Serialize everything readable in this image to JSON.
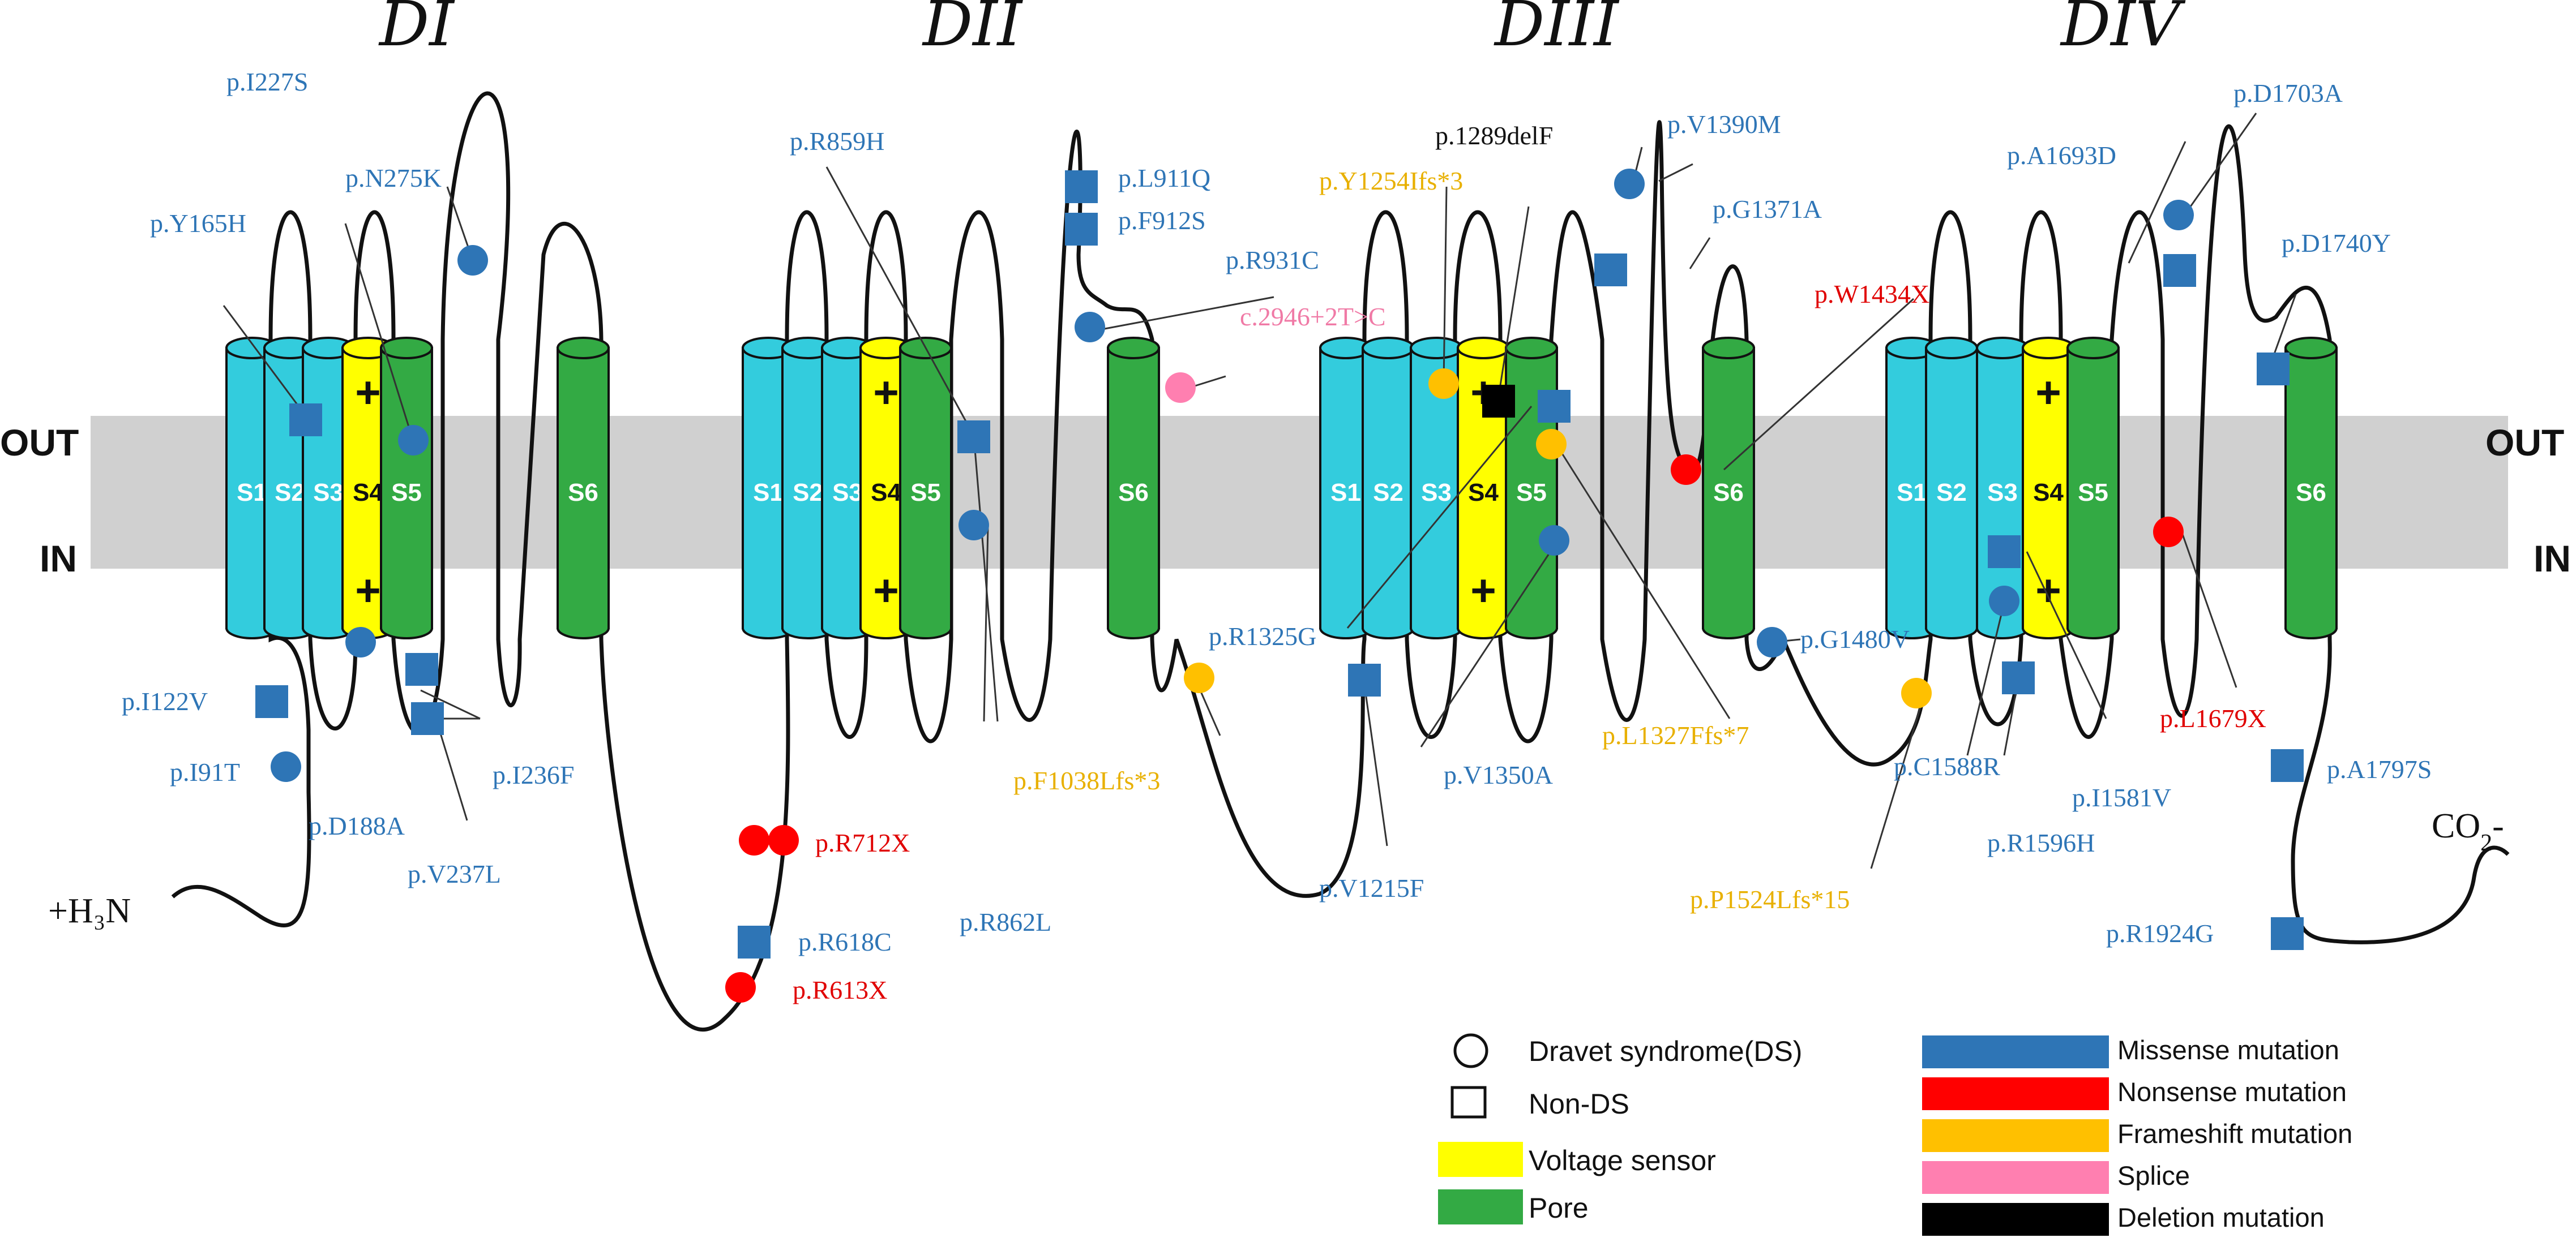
{
  "colors": {
    "missense": "#2e75b6",
    "nonsense": "#ff0000",
    "frameshift": "#ffc000",
    "splice": "#ff7fb0",
    "deletion": "#000000",
    "segment": "#33ccdd",
    "sensor": "#ffff00",
    "pore": "#33aa44",
    "membrane": "#d0d0d0",
    "label_missense": "#2e75b6",
    "label_nonsense": "#e00000",
    "label_frameshift": "#e8b000",
    "label_splice": "#f07aa6",
    "label_deletion": "#111111"
  },
  "domains": [
    {
      "title": "DI",
      "segments": [
        "S1",
        "S2",
        "S3",
        "S4",
        "S5",
        "S6"
      ]
    },
    {
      "title": "DII",
      "segments": [
        "S1",
        "S2",
        "S3",
        "S4",
        "S5",
        "S6"
      ]
    },
    {
      "title": "DIII",
      "segments": [
        "S1",
        "S2",
        "S3",
        "S4",
        "S5",
        "S6"
      ]
    },
    {
      "title": "DIV",
      "segments": [
        "S1",
        "S2",
        "S3",
        "S4",
        "S5",
        "S6"
      ]
    }
  ],
  "membrane": {
    "out_label": "OUT",
    "in_label": "IN",
    "plus": "+"
  },
  "termini": {
    "n_terminus": "+H₃N",
    "c_terminus_main": "CO",
    "c_terminus_sub": "2",
    "c_terminus_suffix": "-"
  },
  "mutations": [
    {
      "label": "p.I227S",
      "type": "missense",
      "shape": "circle"
    },
    {
      "label": "p.N275K",
      "type": "missense",
      "shape": "circle"
    },
    {
      "label": "p.Y165H",
      "type": "missense",
      "shape": "square"
    },
    {
      "label": "p.I122V",
      "type": "missense",
      "shape": "square"
    },
    {
      "label": "p.I91T",
      "type": "missense",
      "shape": "circle"
    },
    {
      "label": "p.D188A",
      "type": "missense",
      "shape": "circle"
    },
    {
      "label": "p.V237L",
      "type": "missense",
      "shape": "square"
    },
    {
      "label": "p.I236F",
      "type": "missense",
      "shape": "square"
    },
    {
      "label": "p.R859H",
      "type": "missense",
      "shape": "square"
    },
    {
      "label": "p.L911Q",
      "type": "missense",
      "shape": "square"
    },
    {
      "label": "p.F912S",
      "type": "missense",
      "shape": "square"
    },
    {
      "label": "p.R931C",
      "type": "missense",
      "shape": "circle"
    },
    {
      "label": "c.2946+2T>C",
      "type": "splice",
      "shape": "circle"
    },
    {
      "label": "p.R712X",
      "type": "nonsense",
      "shape": "circle"
    },
    {
      "label": "p.R618C",
      "type": "missense",
      "shape": "square"
    },
    {
      "label": "p.R613X",
      "type": "nonsense",
      "shape": "circle"
    },
    {
      "label": "p.R862L",
      "type": "missense",
      "shape": "circle"
    },
    {
      "label": "p.F1038Lfs*3",
      "type": "frameshift",
      "shape": "circle"
    },
    {
      "label": "p.Y1254Ifs*3",
      "type": "frameshift",
      "shape": "circle"
    },
    {
      "label": "p.1289delF",
      "type": "deletion",
      "shape": "square"
    },
    {
      "label": "p.V1390M",
      "type": "missense",
      "shape": "circle"
    },
    {
      "label": "p.G1371A",
      "type": "missense",
      "shape": "square"
    },
    {
      "label": "p.W1434X",
      "type": "nonsense",
      "shape": "circle"
    },
    {
      "label": "p.R1325G",
      "type": "missense",
      "shape": "square"
    },
    {
      "label": "p.V1350A",
      "type": "missense",
      "shape": "circle"
    },
    {
      "label": "p.L1327Ffs*7",
      "type": "frameshift",
      "shape": "circle"
    },
    {
      "label": "p.V1215F",
      "type": "missense",
      "shape": "square"
    },
    {
      "label": "p.G1480V",
      "type": "missense",
      "shape": "circle"
    },
    {
      "label": "p.A1693D",
      "type": "missense",
      "shape": "square"
    },
    {
      "label": "p.D1703A",
      "type": "missense",
      "shape": "circle"
    },
    {
      "label": "p.D1740Y",
      "type": "missense",
      "shape": "square"
    },
    {
      "label": "p.C1588R",
      "type": "missense",
      "shape": "circle"
    },
    {
      "label": "p.I1581V",
      "type": "missense",
      "shape": "square"
    },
    {
      "label": "p.R1596H",
      "type": "missense",
      "shape": "square"
    },
    {
      "label": "p.L1679X",
      "type": "nonsense",
      "shape": "circle"
    },
    {
      "label": "p.A1797S",
      "type": "missense",
      "shape": "square"
    },
    {
      "label": "p.R1924G",
      "type": "missense",
      "shape": "square"
    },
    {
      "label": "p.P1524Lfs*15",
      "type": "frameshift",
      "shape": "circle"
    }
  ],
  "legend": {
    "shapes": [
      {
        "label": "Dravet syndrome(DS)"
      },
      {
        "label": "Non-DS"
      },
      {
        "label": "Voltage sensor"
      },
      {
        "label": "Pore"
      }
    ],
    "types": [
      {
        "label": "Missense mutation"
      },
      {
        "label": "Nonsense mutation"
      },
      {
        "label": "Frameshift mutation"
      },
      {
        "label": "Splice"
      },
      {
        "label": "Deletion mutation"
      }
    ]
  }
}
